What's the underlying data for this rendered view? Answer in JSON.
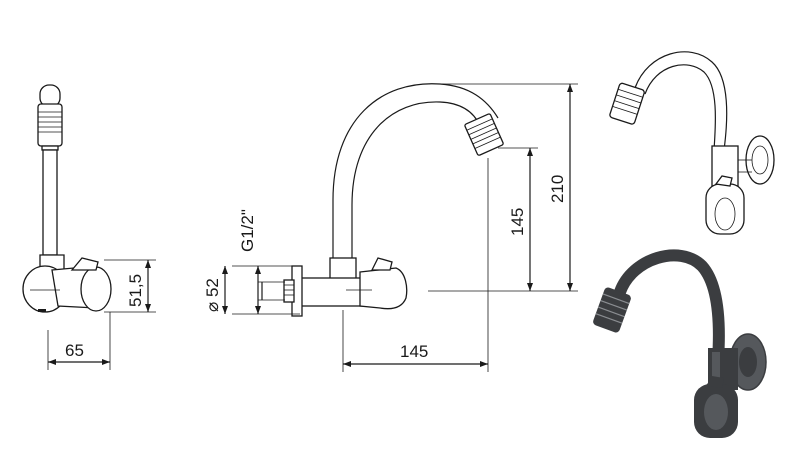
{
  "dimensions": {
    "side_width": "65",
    "side_height": "51,5",
    "connection_diameter": "⌀ 52",
    "thread": "G1/2\"",
    "projection": "145",
    "spout_height": "145",
    "total_height": "210"
  },
  "colors": {
    "line": "#1a1a1a",
    "rendered_dark": "#3b3d40",
    "rendered_mid": "#55585c",
    "rendered_light": "#8a8d91"
  }
}
